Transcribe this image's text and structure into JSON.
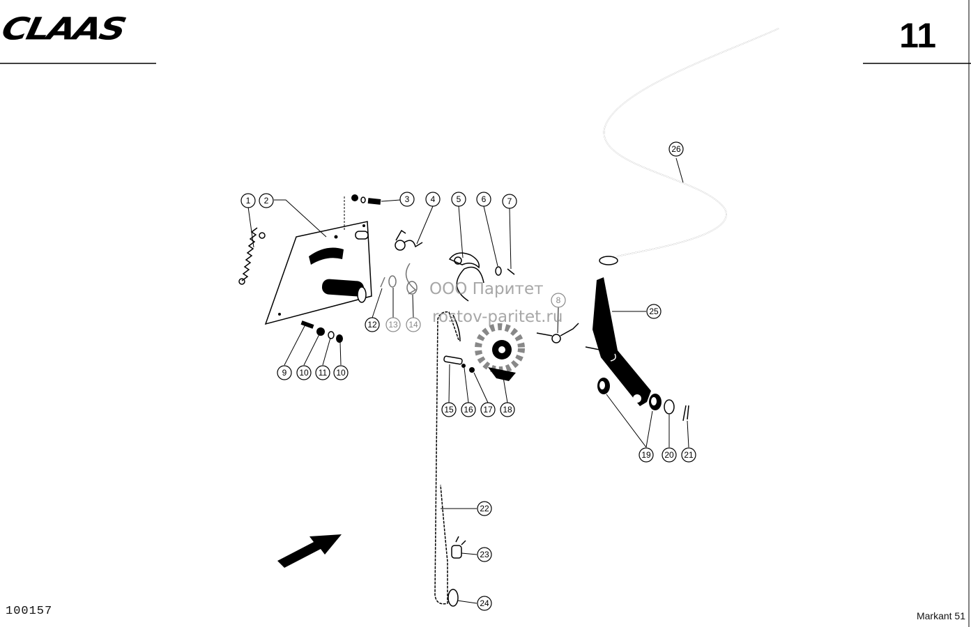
{
  "header": {
    "brand": "CLAAS",
    "page_number": "11"
  },
  "footer": {
    "doc_number": "100157",
    "model": "Markant 51"
  },
  "watermark": {
    "line1": "ООО Паритет",
    "line2": "rostov-paritet.ru"
  },
  "callouts": {
    "c1": "1",
    "c2": "2",
    "c3": "3",
    "c4": "4",
    "c5": "5",
    "c6": "6",
    "c7": "7",
    "c8": "8",
    "c9": "9",
    "c10a": "10",
    "c11": "11",
    "c10b": "10",
    "c12": "12",
    "c13": "13",
    "c14": "14",
    "c15": "15",
    "c16": "16",
    "c17": "17",
    "c18": "18",
    "c19": "19",
    "c20": "20",
    "c21": "21",
    "c22": "22",
    "c23": "23",
    "c24": "24",
    "c25": "25",
    "c26": "26"
  }
}
